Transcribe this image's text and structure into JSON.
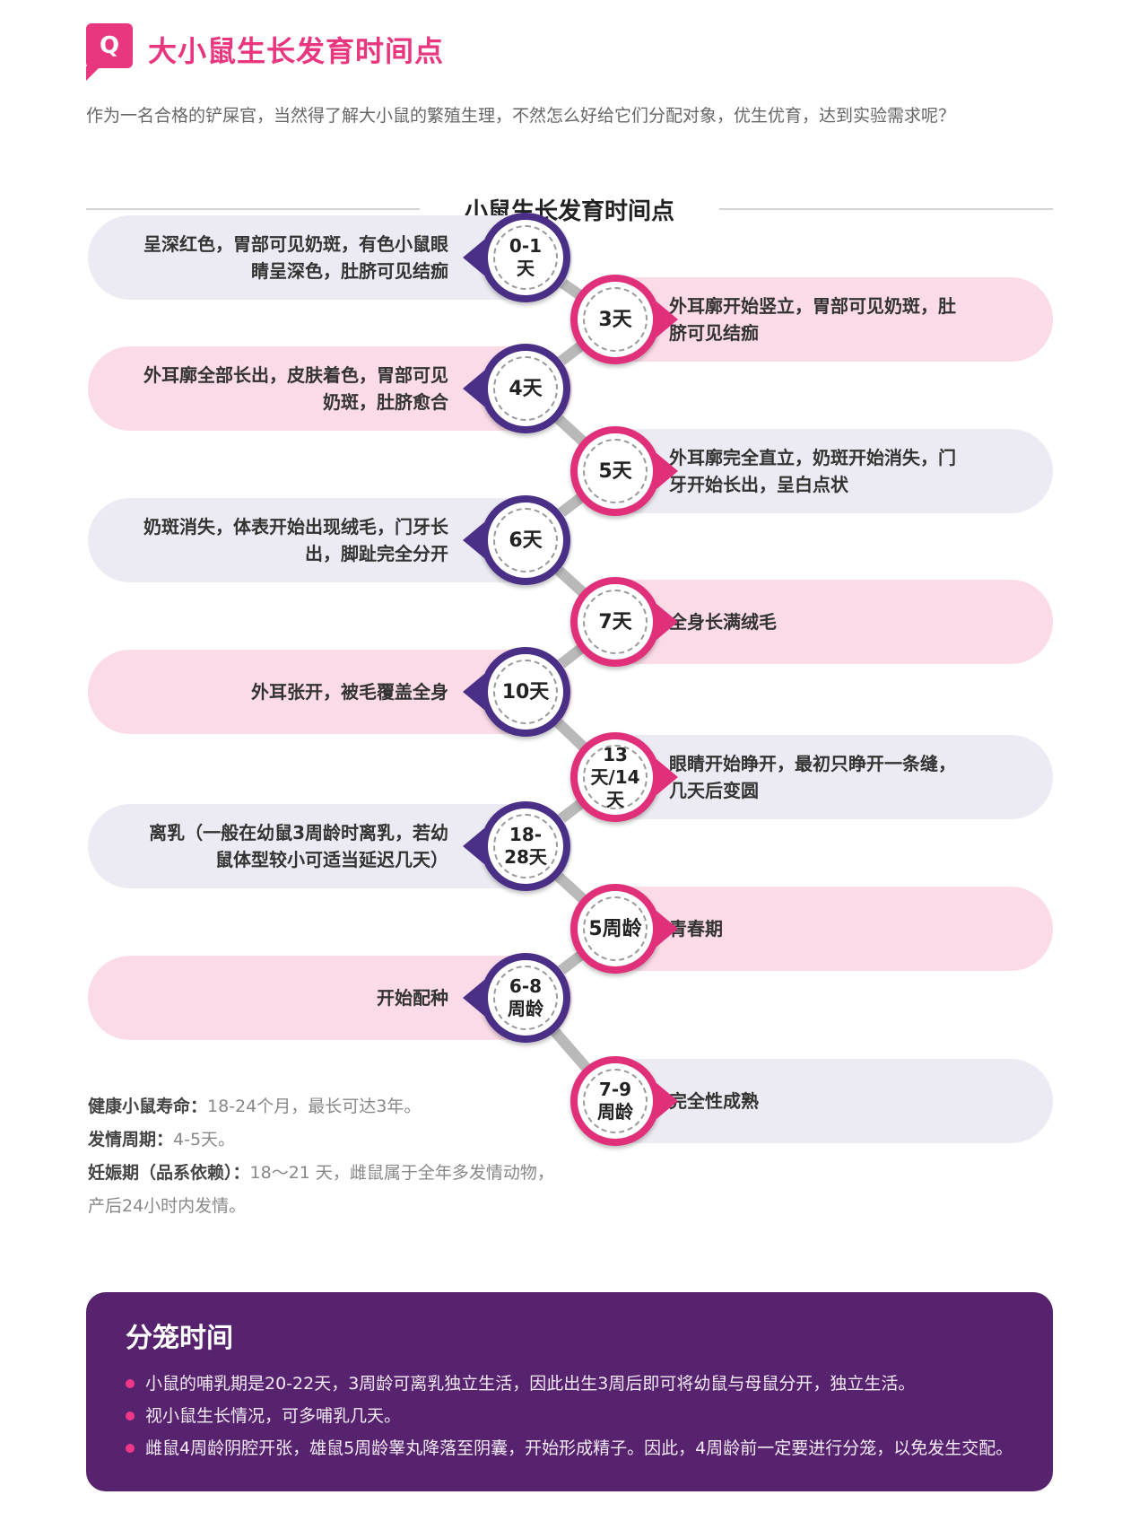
{
  "header": {
    "badge": "Q",
    "title": "大小鼠生长发育时间点",
    "intro": "作为一名合格的铲屎官，当然得了解大小鼠的繁殖生理，不然怎么好给它们分配对象，优生优育，达到实验需求呢？"
  },
  "timeline": {
    "title": "小鼠生长发育时间点",
    "items": [
      {
        "label": "0-1天",
        "text": "呈深红色，胃部可见奶斑，有色小鼠眼睛呈深色，肚脐可见结痂"
      },
      {
        "label": "3天",
        "text": "外耳廓开始竖立，胃部可见奶斑，肚脐可见结痂"
      },
      {
        "label": "4天",
        "text": "外耳廓全部长出，皮肤着色，胃部可见奶斑，肚脐愈合"
      },
      {
        "label": "5天",
        "text": "外耳廓完全直立，奶斑开始消失，门牙开始长出，呈白点状"
      },
      {
        "label": "6天",
        "text": "奶斑消失，体表开始出现绒毛，门牙长出，脚趾完全分开"
      },
      {
        "label": "7天",
        "text": "全身长满绒毛"
      },
      {
        "label": "10天",
        "text": "外耳张开，被毛覆盖全身"
      },
      {
        "label": "13天/14天",
        "text": "眼睛开始睁开，最初只睁开一条缝，几天后变圆"
      },
      {
        "label": "18-28天",
        "text": "离乳（一般在幼鼠3周龄时离乳，若幼鼠体型较小可适当延迟几天）"
      },
      {
        "label": "5周龄",
        "text": "青春期"
      },
      {
        "label": "6-8周龄",
        "text": "开始配种"
      },
      {
        "label": "7-9周龄",
        "text": "完全性成熟"
      }
    ]
  },
  "facts": {
    "lifespan_label": "健康小鼠寿命：",
    "lifespan_value": "18-24个月，最长可达3年。",
    "estrus_label": "发情周期：",
    "estrus_value": "4-5天。",
    "gestation_label": "妊娠期（品系依赖）：",
    "gestation_value": "18～21 天，雌鼠属于全年多发情动物，",
    "gestation_value_2": "产后24小时内发情。"
  },
  "cage": {
    "title": "分笼时间",
    "points": [
      "小鼠的哺乳期是20-22天，3周龄可离乳独立生活，因此出生3周后即可将幼鼠与母鼠分开，独立生活。",
      "视小鼠生长情况，可多哺乳几天。",
      "雌鼠4周龄阴腔开张，雄鼠5周龄睾丸降落至阴囊，开始形成精子。因此，4周龄前一定要进行分笼，以免发生交配。"
    ]
  },
  "colors": {
    "accent_pink": "#e8367f",
    "node_purple": "#4a2f86",
    "node_magenta": "#e0307a",
    "bar_lavender": "#ecebf3",
    "bar_pink": "#fadbe7",
    "panel_purple": "#57226e"
  }
}
